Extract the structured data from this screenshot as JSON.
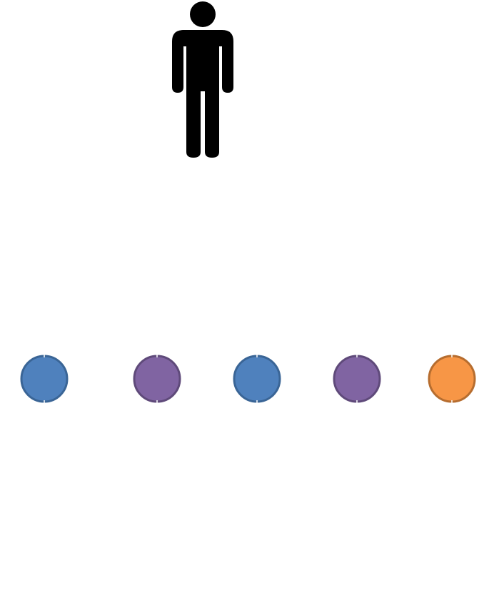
{
  "figure": {
    "icon": "person-standing-icon",
    "icon_color": "#000000"
  },
  "nodes": [
    {
      "fill": "#4f81bd",
      "stroke": "#3a6596",
      "color_name": "blue"
    },
    {
      "fill": "#8064a2",
      "stroke": "#5f4a7a",
      "color_name": "purple"
    },
    {
      "fill": "#4f81bd",
      "stroke": "#3a6596",
      "color_name": "blue"
    },
    {
      "fill": "#8064a2",
      "stroke": "#5f4a7a",
      "color_name": "purple"
    },
    {
      "fill": "#f79646",
      "stroke": "#b66d2f",
      "color_name": "orange"
    }
  ]
}
